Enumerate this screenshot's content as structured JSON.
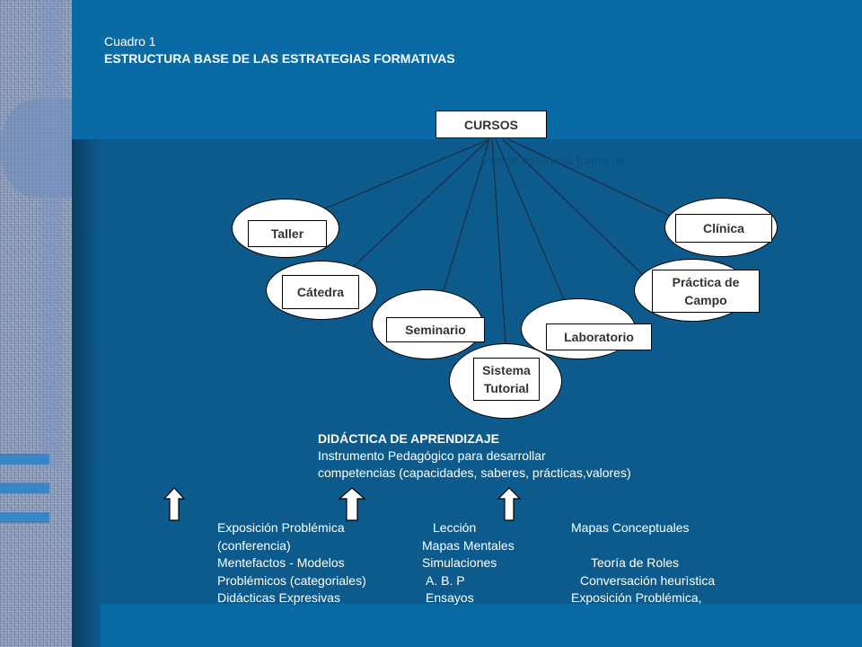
{
  "caption": "Cuadro 1",
  "heading": "ESTRUCTURA BASE DE LAS ESTRATEGIAS FORMATIVAS",
  "root": "CURSOS",
  "connector_label": "Puede asumir la forma de",
  "nodes": {
    "taller": "Taller",
    "catedra": "Cátedra",
    "seminario": "Seminario",
    "sistema_tutorial": [
      "Sistema",
      "Tutorial"
    ],
    "laboratorio": "Laboratorio",
    "practica_campo": [
      "Práctica de",
      "Campo"
    ],
    "clinica": "Clínica"
  },
  "didactica": {
    "title": "DIDÁCTICA DE APRENDIZAJE",
    "line1": "Instrumento Pedagógico para desarrollar",
    "line2": "competencias (capacidades, saberes, prácticas,valores)"
  },
  "columns": {
    "left": [
      "Exposición Problémica",
      "(conferencia)",
      "Mentefactos - Modelos",
      "Problémicos  (categoriales)",
      "Didácticas Expresivas"
    ],
    "middle": [
      "Lección",
      "Mapas Mentales",
      "Simulaciones",
      "A. B. P",
      "Ensayos"
    ],
    "right": [
      "Mapas Conceptuales",
      "",
      "Teoría  de Roles",
      "Conversación heurìstica",
      "Exposición Problémica,"
    ]
  },
  "colors": {
    "background": "#0d5b8c",
    "accent_stripe": "#0a6aa6",
    "node_fill": "#ffffff",
    "node_text": "#333333"
  }
}
